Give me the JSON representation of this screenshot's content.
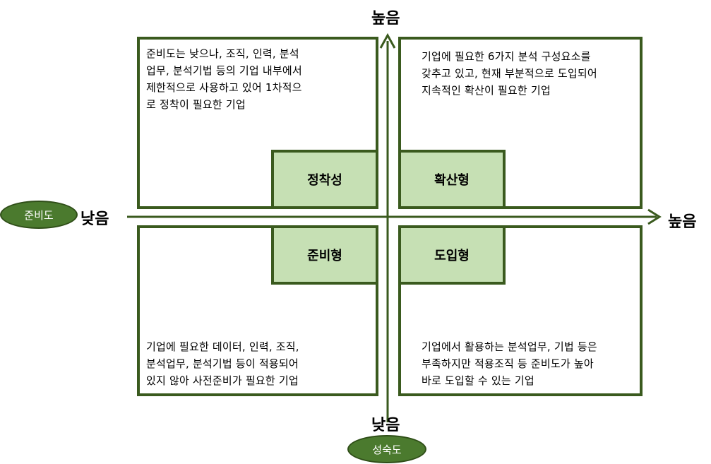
{
  "axis_y": {
    "top_label": "높음",
    "bottom_label": "낮음",
    "name": "성숙도"
  },
  "axis_x": {
    "left_label": "낮음",
    "right_label": "높음",
    "name": "준비도"
  },
  "quadrants": {
    "top_left": {
      "tag": "정착성",
      "text": [
        "준비도는 낮으나, 조직, 인력, 분석",
        "업무, 분석기법 등의 기업 내부에서",
        "제한적으로 사용하고 있어 1차적으",
        "로 정착이 필요한 기업"
      ]
    },
    "top_right": {
      "tag": "확산형",
      "text": [
        "기업에 필요한 6가지 분석 구성요소를",
        "갖추고 있고, 현재 부분적으로 도입되어",
        "지속적인 확산이 필요한 기업"
      ]
    },
    "bottom_left": {
      "tag": "준비형",
      "text": [
        "기업에 필요한 데이터, 인력, 조직,",
        "분석업무, 분석기법 등이 적용되어",
        "있지 않아 사전준비가 필요한 기업"
      ]
    },
    "bottom_right": {
      "tag": "도입형",
      "text": [
        "기업에서 활용하는 분석업무, 기법 등은",
        "부족하지만 적용조직 등 준비도가 높아",
        "바로 도입할 수 있는 기업"
      ]
    }
  },
  "colors": {
    "border": "#3a5a1e",
    "tag_fill": "#c6e0b4",
    "ellipse_fill": "#4b7a2e"
  }
}
